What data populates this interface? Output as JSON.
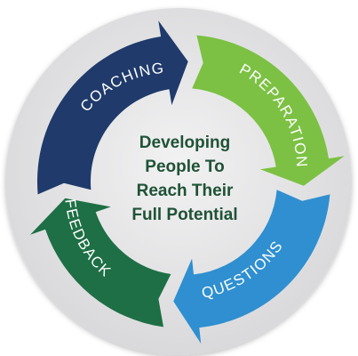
{
  "diagram": {
    "center_lines": [
      "Developing",
      "People To",
      "Reach Their",
      "Full Potential"
    ],
    "segments": [
      {
        "label": "COACHING",
        "color": "#1f3a6b",
        "icon": "arrow-segment"
      },
      {
        "label": "PREPARATION",
        "color": "#7cc143",
        "icon": "arrow-segment"
      },
      {
        "label": "QUESTIONS",
        "color": "#2f8fd0",
        "icon": "arrow-segment"
      },
      {
        "label": "FEEDBACK",
        "color": "#1e6f45",
        "icon": "arrow-segment"
      }
    ],
    "background_color": "#e6e6e7",
    "text_color": "#1f5236"
  }
}
